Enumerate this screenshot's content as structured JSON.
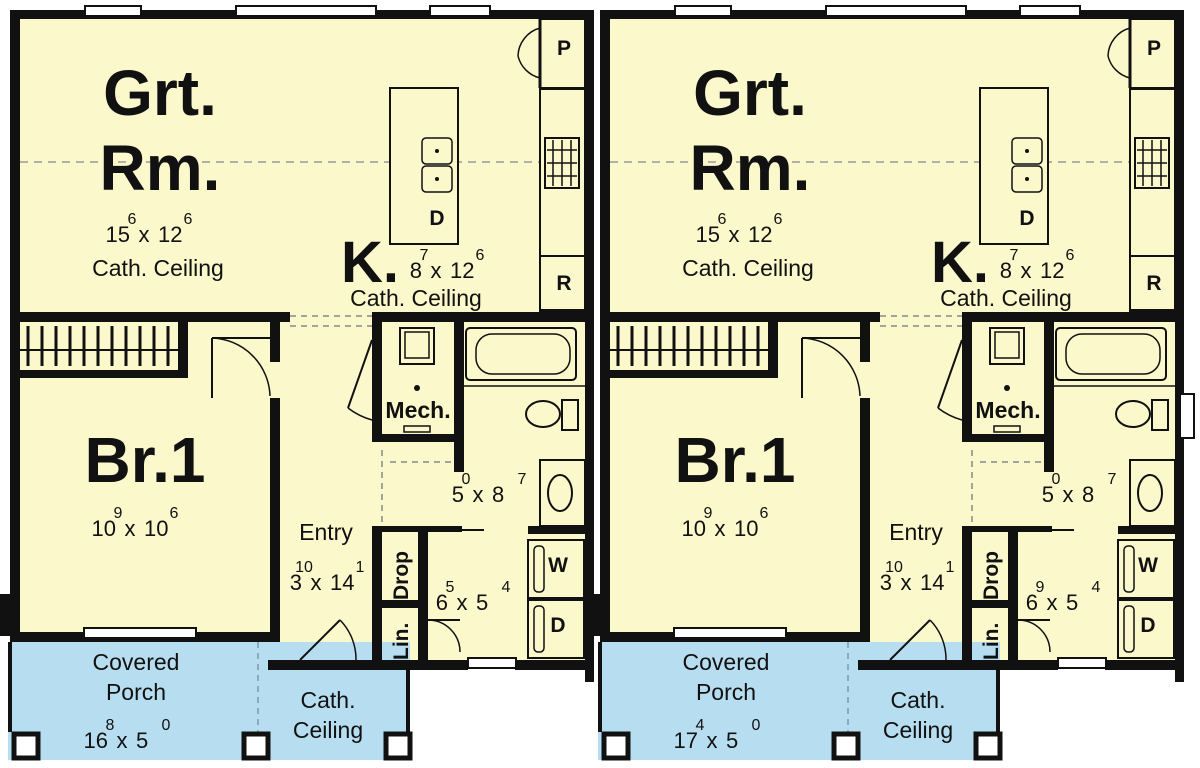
{
  "colors": {
    "floor": "#fbf8cc",
    "porch": "#b7def0",
    "wall": "#111111",
    "background": "#ffffff"
  },
  "units": [
    {
      "great_room": {
        "title_line1": "Grt.",
        "title_line2": "Rm.",
        "dim_a": "15",
        "dim_a_sup": "6",
        "x": "x",
        "dim_b": "12",
        "dim_b_sup": "6",
        "note": "Cath. Ceiling"
      },
      "kitchen": {
        "title": "K.",
        "dim_a": "8",
        "dim_a_sup": "7",
        "x": "x",
        "dim_b": "12",
        "dim_b_sup": "6",
        "note": "Cath. Ceiling"
      },
      "pantry": "P",
      "dishwasher": "D",
      "refrigerator": "R",
      "mech": "Mech.",
      "bedroom": {
        "title": "Br.1",
        "dim_a": "10",
        "dim_a_sup": "9",
        "x": "x",
        "dim_b": "10",
        "dim_b_sup": "6"
      },
      "entry": {
        "title": "Entry",
        "dim_a": "3",
        "dim_a_sup": "10",
        "x": "x",
        "dim_b": "14",
        "dim_b_sup": "1"
      },
      "bath": {
        "dim_a": "5",
        "dim_a_sup": "0",
        "x": "x",
        "dim_b": "8",
        "dim_b_sup": "7"
      },
      "laundry": {
        "dim_a": "6",
        "dim_a_sup": "5",
        "x": "x",
        "dim_b": "5",
        "dim_b_sup": "4"
      },
      "washer": "W",
      "dryer": "D",
      "drop": "Drop",
      "linen": "Lin.",
      "porch": {
        "line1": "Covered",
        "line2": "Porch",
        "dim_a": "16",
        "dim_a_sup": "8",
        "x": "x",
        "dim_b": "5",
        "dim_b_sup": "0"
      },
      "porch_ceiling": {
        "line1": "Cath.",
        "line2": "Ceiling"
      }
    },
    {
      "great_room": {
        "title_line1": "Grt.",
        "title_line2": "Rm.",
        "dim_a": "15",
        "dim_a_sup": "6",
        "x": "x",
        "dim_b": "12",
        "dim_b_sup": "6",
        "note": "Cath. Ceiling"
      },
      "kitchen": {
        "title": "K.",
        "dim_a": "8",
        "dim_a_sup": "7",
        "x": "x",
        "dim_b": "12",
        "dim_b_sup": "6",
        "note": "Cath. Ceiling"
      },
      "pantry": "P",
      "dishwasher": "D",
      "refrigerator": "R",
      "mech": "Mech.",
      "bedroom": {
        "title": "Br.1",
        "dim_a": "10",
        "dim_a_sup": "9",
        "x": "x",
        "dim_b": "10",
        "dim_b_sup": "6"
      },
      "entry": {
        "title": "Entry",
        "dim_a": "3",
        "dim_a_sup": "10",
        "x": "x",
        "dim_b": "14",
        "dim_b_sup": "1"
      },
      "bath": {
        "dim_a": "5",
        "dim_a_sup": "0",
        "x": "x",
        "dim_b": "8",
        "dim_b_sup": "7"
      },
      "laundry": {
        "dim_a": "6",
        "dim_a_sup": "9",
        "x": "x",
        "dim_b": "5",
        "dim_b_sup": "4"
      },
      "washer": "W",
      "dryer": "D",
      "drop": "Drop",
      "linen": "Lin.",
      "porch": {
        "line1": "Covered",
        "line2": "Porch",
        "dim_a": "17",
        "dim_a_sup": "4",
        "x": "x",
        "dim_b": "5",
        "dim_b_sup": "0"
      },
      "porch_ceiling": {
        "line1": "Cath.",
        "line2": "Ceiling"
      }
    }
  ]
}
